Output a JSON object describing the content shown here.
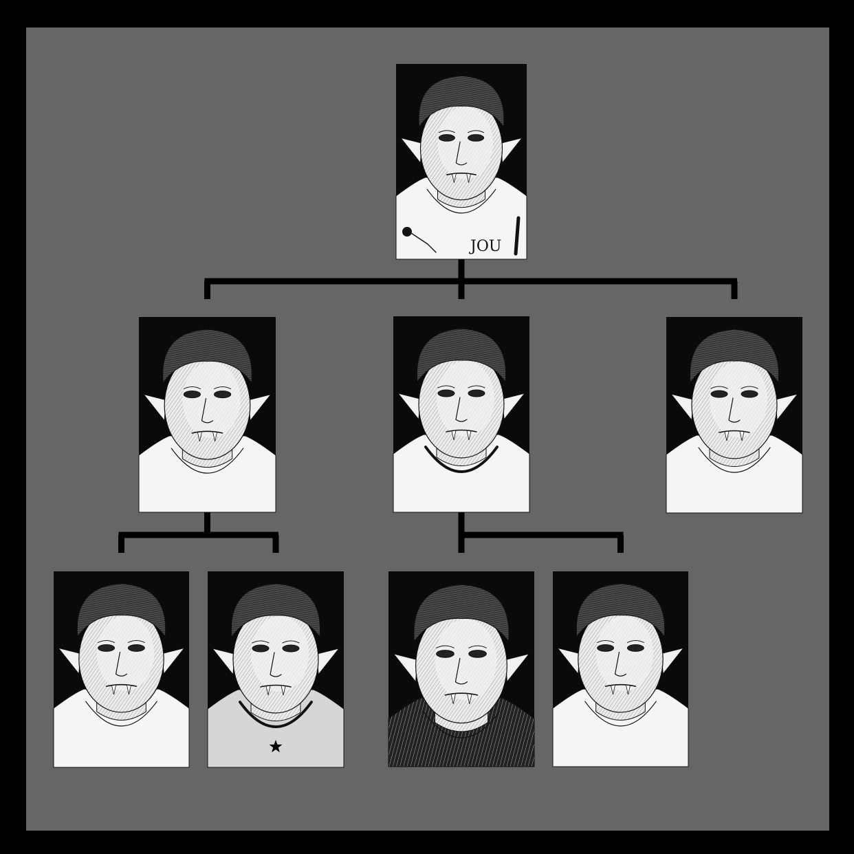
{
  "colors": {
    "frame": "#000000",
    "panel": "#666666",
    "connector": "#000000",
    "card_background": "#0a0a0a",
    "skin": "#f2f2f2",
    "hair": "#3a3a3a",
    "shirt": "#f5f5f5"
  },
  "diagram": {
    "type": "family-tree",
    "root": {
      "id": "root",
      "shirt_lettering": "JOU",
      "shirt_style": "plain-with-drawings",
      "children": [
        {
          "id": "child-left",
          "shirt_style": "plain",
          "children": [
            {
              "id": "grandchild-1",
              "shirt_style": "plain"
            },
            {
              "id": "grandchild-2",
              "shirt_style": "star-print"
            }
          ]
        },
        {
          "id": "child-middle",
          "shirt_style": "ribbed-collar",
          "children": [
            {
              "id": "grandchild-3",
              "shirt_style": "dark-knit"
            },
            {
              "id": "grandchild-4",
              "shirt_style": "plain"
            }
          ]
        },
        {
          "id": "child-right",
          "shirt_style": "plain",
          "children": []
        }
      ]
    }
  }
}
